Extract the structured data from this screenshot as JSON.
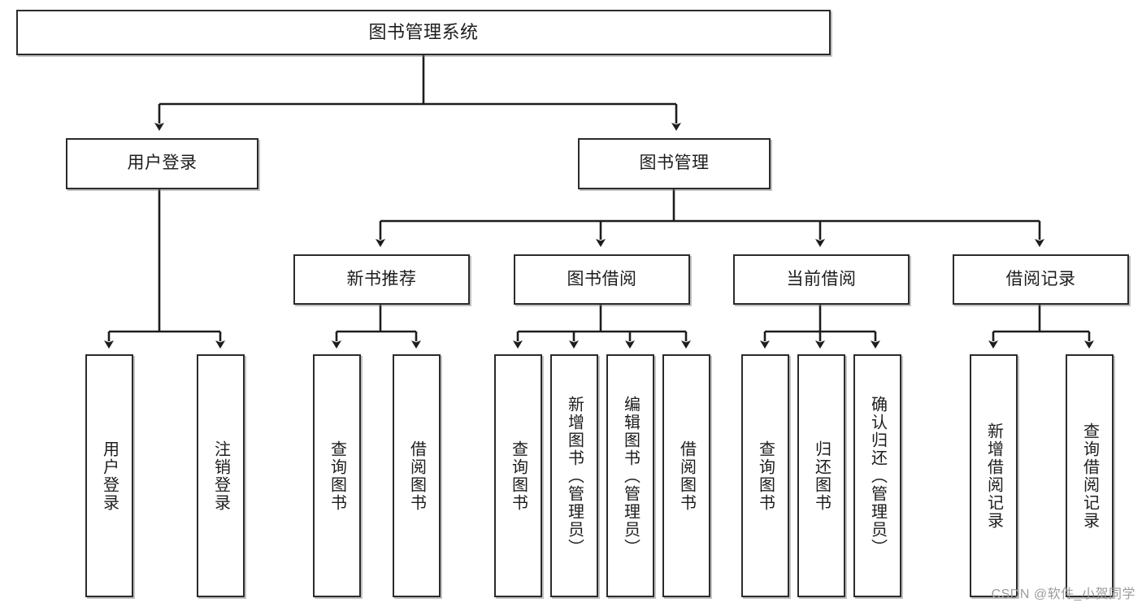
{
  "diagram": {
    "title": "图书管理系统",
    "type": "tree",
    "watermark": "CSDN @软件_小贺同学",
    "colors": {
      "node_border": "#2b2b2b",
      "node_fill": "#ffffff",
      "edge": "#1d1d1d",
      "text": "#1d1d1d",
      "watermark": "#9b9b9b",
      "background": "#ffffff"
    },
    "nodes": {
      "root": {
        "label": "图书管理系统"
      },
      "level2": [
        {
          "label": "用户登录"
        },
        {
          "label": "图书管理"
        }
      ],
      "level3": [
        {
          "label": "新书推荐"
        },
        {
          "label": "图书借阅"
        },
        {
          "label": "当前借阅"
        },
        {
          "label": "借阅记录"
        }
      ],
      "leaves": {
        "user_login": [
          {
            "label": "用户登录"
          },
          {
            "label": "注销登录"
          }
        ],
        "new_book_recommend": [
          {
            "label": "查询图书"
          },
          {
            "label": "借阅图书"
          }
        ],
        "book_borrow": [
          {
            "label": "查询图书"
          },
          {
            "label": "新增图书（管理员）"
          },
          {
            "label": "编辑图书（管理员）"
          },
          {
            "label": "借阅图书"
          }
        ],
        "current_borrow": [
          {
            "label": "查询图书"
          },
          {
            "label": "归还图书"
          },
          {
            "label": "确认归还（管理员）"
          }
        ],
        "borrow_record": [
          {
            "label": "新增借阅记录"
          },
          {
            "label": "查询借阅记录"
          }
        ]
      }
    }
  }
}
